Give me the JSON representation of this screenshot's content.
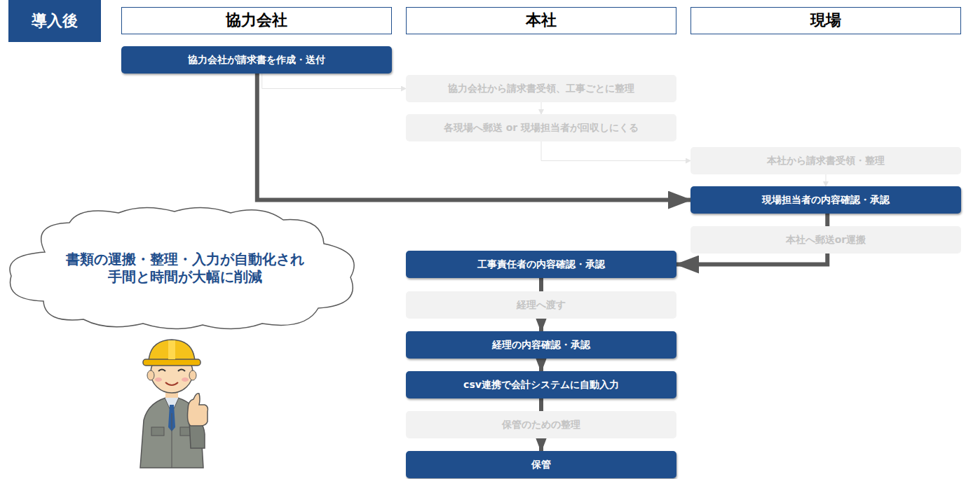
{
  "diagram": {
    "nodes": [
      {
        "text": [
          "導入後"
        ]
      },
      {
        "text": [
          "協力会社"
        ]
      },
      {
        "text": [
          "本社"
        ]
      },
      {
        "text": [
          "現場"
        ]
      },
      {
        "text": [
          "協力会社が請求書を作成・送付"
        ]
      },
      {
        "text": [
          "協力会社から請求書受領、工事ごとに整理"
        ]
      },
      {
        "text": [
          "各現場へ郵送 or 現場担当者が回収しにくる"
        ]
      },
      {
        "text": [
          "本社から請求書受領・整理"
        ]
      },
      {
        "text": [
          "現場担当者の内容確認・承認"
        ]
      },
      {
        "text": [
          "本社へ郵送or運搬"
        ]
      },
      {
        "text": [
          "工事責任者の内容確認・承認"
        ]
      },
      {
        "text": [
          "経理へ渡す"
        ]
      },
      {
        "text": [
          "経理の内容確認・承認"
        ]
      },
      {
        "text": [
          "csv連携で会計システムに自動入力"
        ]
      },
      {
        "text": [
          "保管のための整理"
        ]
      },
      {
        "text": [
          "保管"
        ]
      },
      {
        "text": [
          "書類の運搬・整理・入力が自動化され 手間と時間が大幅に削減"
        ]
      }
    ],
    "edges": [
      {
        "from": 4,
        "to": 5,
        "arrow": "to"
      },
      {
        "from": 5,
        "to": 6,
        "arrow": "to"
      },
      {
        "from": 6,
        "to": 7,
        "arrow": "to"
      },
      {
        "from": 7,
        "to": 8,
        "arrow": "to"
      },
      {
        "from": 4,
        "to": 8,
        "arrow": "to"
      },
      {
        "from": 8,
        "to": 10,
        "arrow": "to"
      },
      {
        "from": 10,
        "to": 12,
        "arrow": "to"
      },
      {
        "from": 12,
        "to": 13,
        "arrow": "to"
      },
      {
        "from": 13,
        "to": 15,
        "arrow": "to"
      }
    ]
  }
}
